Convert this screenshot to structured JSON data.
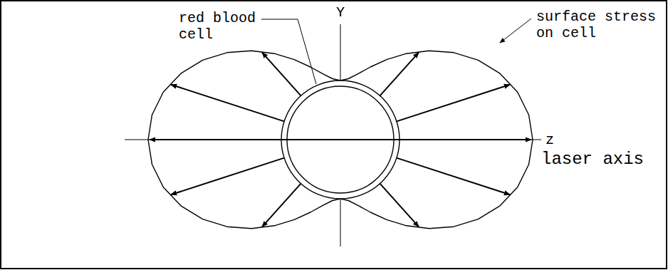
{
  "diagram": {
    "labels": [
      "red blood cell",
      "Y",
      "surface stress on cell",
      "z",
      "laser axis"
    ]
  }
}
